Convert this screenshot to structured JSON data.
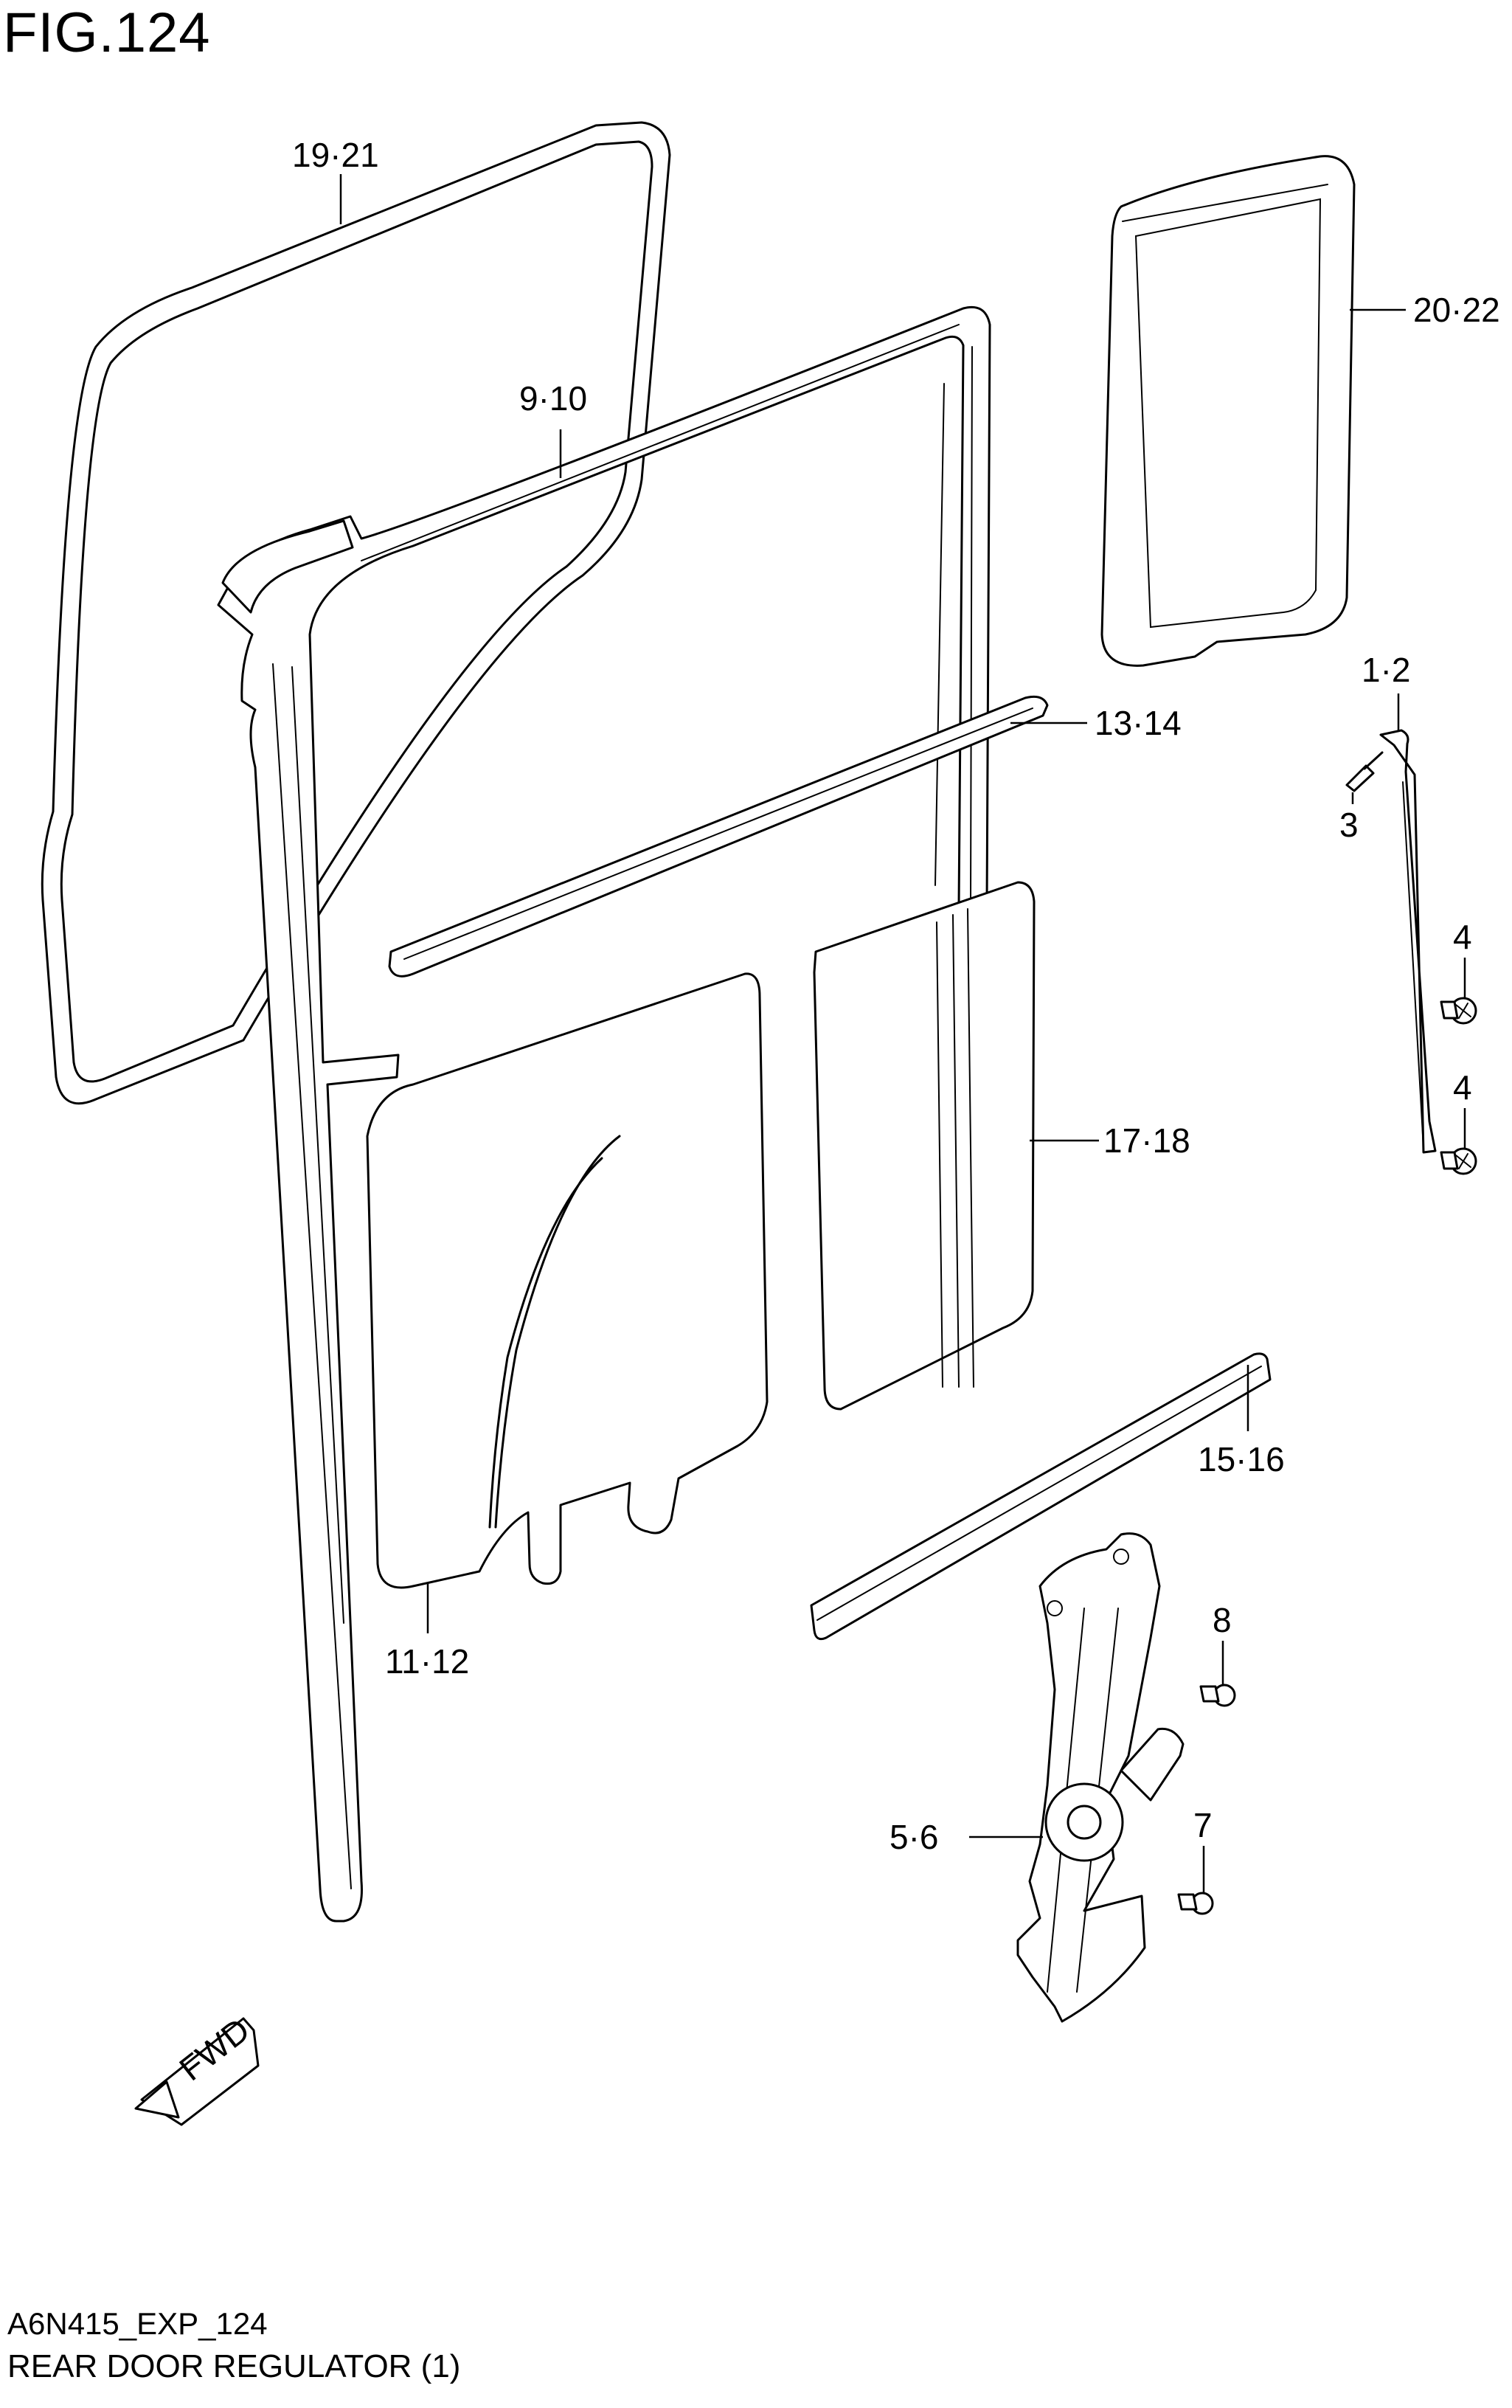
{
  "figure": {
    "title": "FIG.124",
    "code": "A6N415_EXP_124",
    "caption": "REAR DOOR REGULATOR (1)"
  },
  "callouts": [
    {
      "id": "c1921",
      "text": "19·21"
    },
    {
      "id": "c910",
      "text": "9·10"
    },
    {
      "id": "c2022",
      "text": "20·22"
    },
    {
      "id": "c12",
      "text": "1·2"
    },
    {
      "id": "c3",
      "text": "3"
    },
    {
      "id": "c1314",
      "text": "13·14"
    },
    {
      "id": "c4a",
      "text": "4"
    },
    {
      "id": "c4b",
      "text": "4"
    },
    {
      "id": "c1718",
      "text": "17·18"
    },
    {
      "id": "c1516",
      "text": "15·16"
    },
    {
      "id": "c1112",
      "text": "11·12"
    },
    {
      "id": "c8",
      "text": "8"
    },
    {
      "id": "c56",
      "text": "5·6"
    },
    {
      "id": "c7",
      "text": "7"
    }
  ],
  "fwd_arrow": {
    "text": "FWD"
  }
}
